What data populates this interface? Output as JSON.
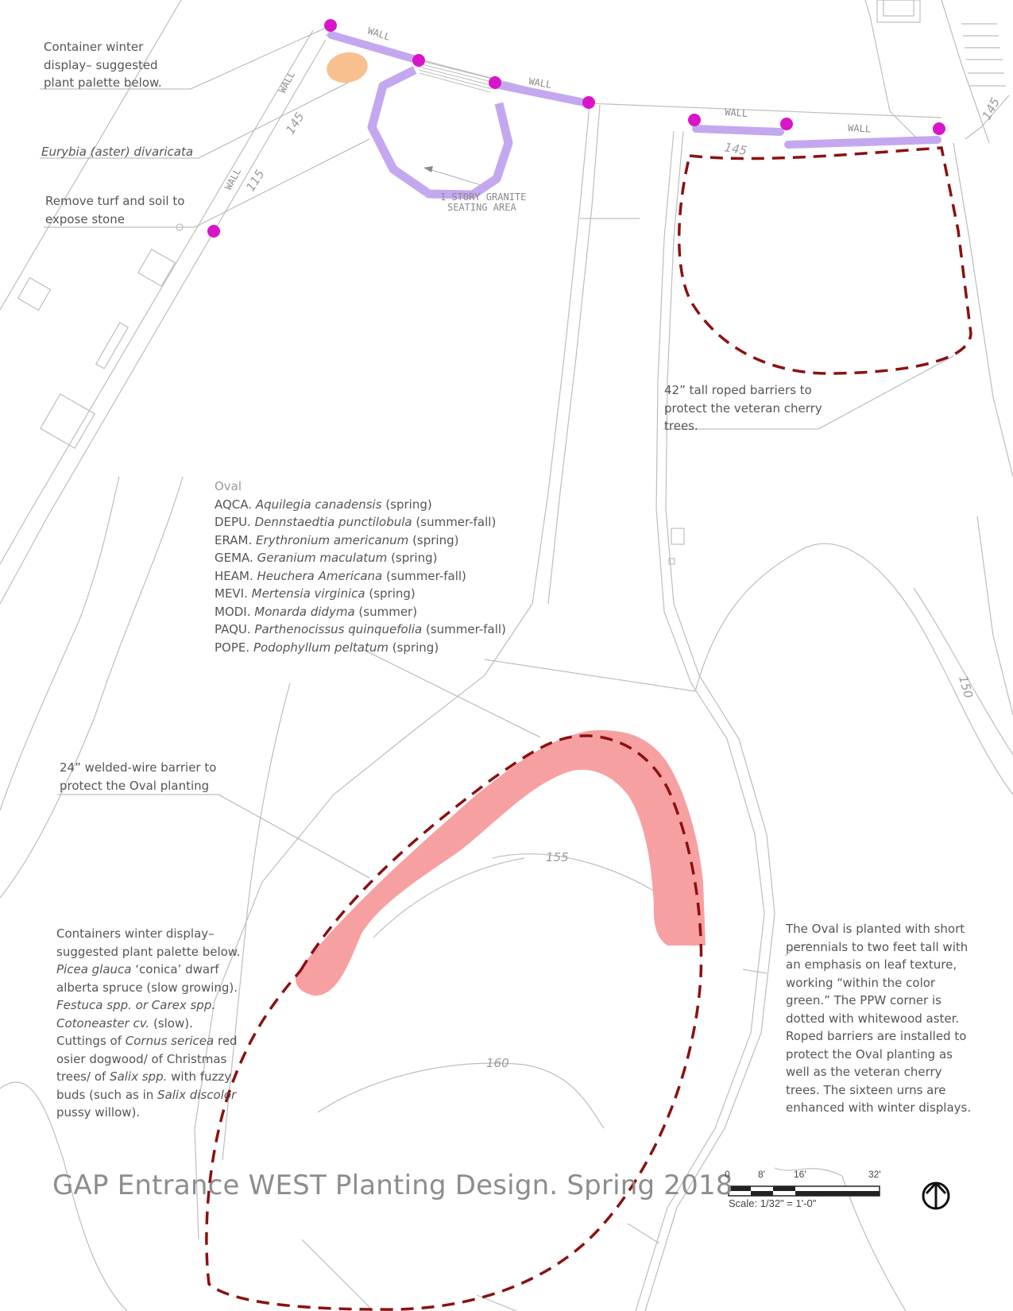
{
  "title": "GAP Entrance WEST Planting Design. Spring 2018",
  "colors": {
    "wall": "#c4a8ef",
    "wall_post": "#d815c8",
    "container_display": "#f8c08e",
    "welded_wire_barrier": "#f7a0a2",
    "roped_barrier_dash": "#8b1111",
    "linework": "#b8b8b8",
    "label_text": "#555555"
  },
  "plan_labels": {
    "wall": "WALL",
    "seating_area_line1": "1 STORY GRANITE",
    "seating_area_line2": "SEATING AREA",
    "contours": [
      "145",
      "145",
      "115",
      "145",
      "150",
      "155",
      "160"
    ]
  },
  "callouts": {
    "container_display_top": [
      "Container winter",
      "display– suggested",
      "plant palette below."
    ],
    "aster": "Eurybia (aster) divaricata",
    "remove_turf": [
      "Remove turf and soil to",
      "expose stone"
    ],
    "roped_barriers": [
      "42” tall roped barriers to",
      "protect the veteran cherry",
      "trees."
    ],
    "welded_wire": [
      "24” welded-wire barrier to",
      "protect the Oval planting"
    ]
  },
  "oval_list": {
    "heading": "Oval",
    "plants": [
      {
        "code": "AQCA.",
        "name": "Aquilegia canadensis",
        "season": "(spring)"
      },
      {
        "code": "DEPU.",
        "name": "Dennstaedtia punctilobula",
        "season": "(summer-fall)"
      },
      {
        "code": "ERAM.",
        "name": "Erythronium americanum",
        "season": "(spring)"
      },
      {
        "code": "GEMA.",
        "name": "Geranium maculatum",
        "season": "(spring)"
      },
      {
        "code": "HEAM.",
        "name": "Heuchera Americana",
        "season": "(summer-fall)"
      },
      {
        "code": "MEVI.",
        "name": "Mertensia virginica",
        "season": "(spring)"
      },
      {
        "code": "MODI.",
        "name": "Monarda didyma",
        "season": "(summer)"
      },
      {
        "code": "PAQU.",
        "name": "Parthenocissus quinquefolia",
        "season": "(summer-fall)"
      },
      {
        "code": "POPE.",
        "name": "Podophyllum peltatum",
        "season": "(spring)"
      }
    ]
  },
  "containers_note": {
    "l1": "Containers winter display–",
    "l2": "suggested plant palette below.",
    "l3_it": "Picea glauca",
    "l3_rest": " ‘conica’ dwarf",
    "l4": "alberta spruce (slow growing).",
    "l5_it": "Festuca spp. or Carex spp.",
    "l6_it": "Cotoneaster cv.",
    "l6_rest": " (slow).",
    "l7_pre": "Cuttings of ",
    "l7_it": "Cornus sericea",
    "l7_post": " red",
    "l8": "osier dogwood/ of Christmas",
    "l9_pre": "trees/ of ",
    "l9_it": "Salix spp.",
    "l9_post": " with fuzzy",
    "l10_pre": "buds (such as in ",
    "l10_it": "Salix discolor",
    "l11": "pussy willow)."
  },
  "description": [
    "The Oval is planted with short",
    "perennials to two feet tall with",
    "an emphasis on leaf texture,",
    "working “within the color",
    "green.” The PPW corner is",
    "dotted with whitewood aster.",
    "Roped barriers are installed to",
    "protect the Oval planting as",
    "well as the veteran cherry",
    "trees. The sixteen urns are",
    "enhanced with winter displays."
  ],
  "scale_bar": {
    "ticks": [
      "0",
      "8'",
      "16'",
      "32'"
    ],
    "caption": "Scale: 1/32\" = 1'-0\""
  },
  "north_arrow_icon": "north-arrow-icon"
}
